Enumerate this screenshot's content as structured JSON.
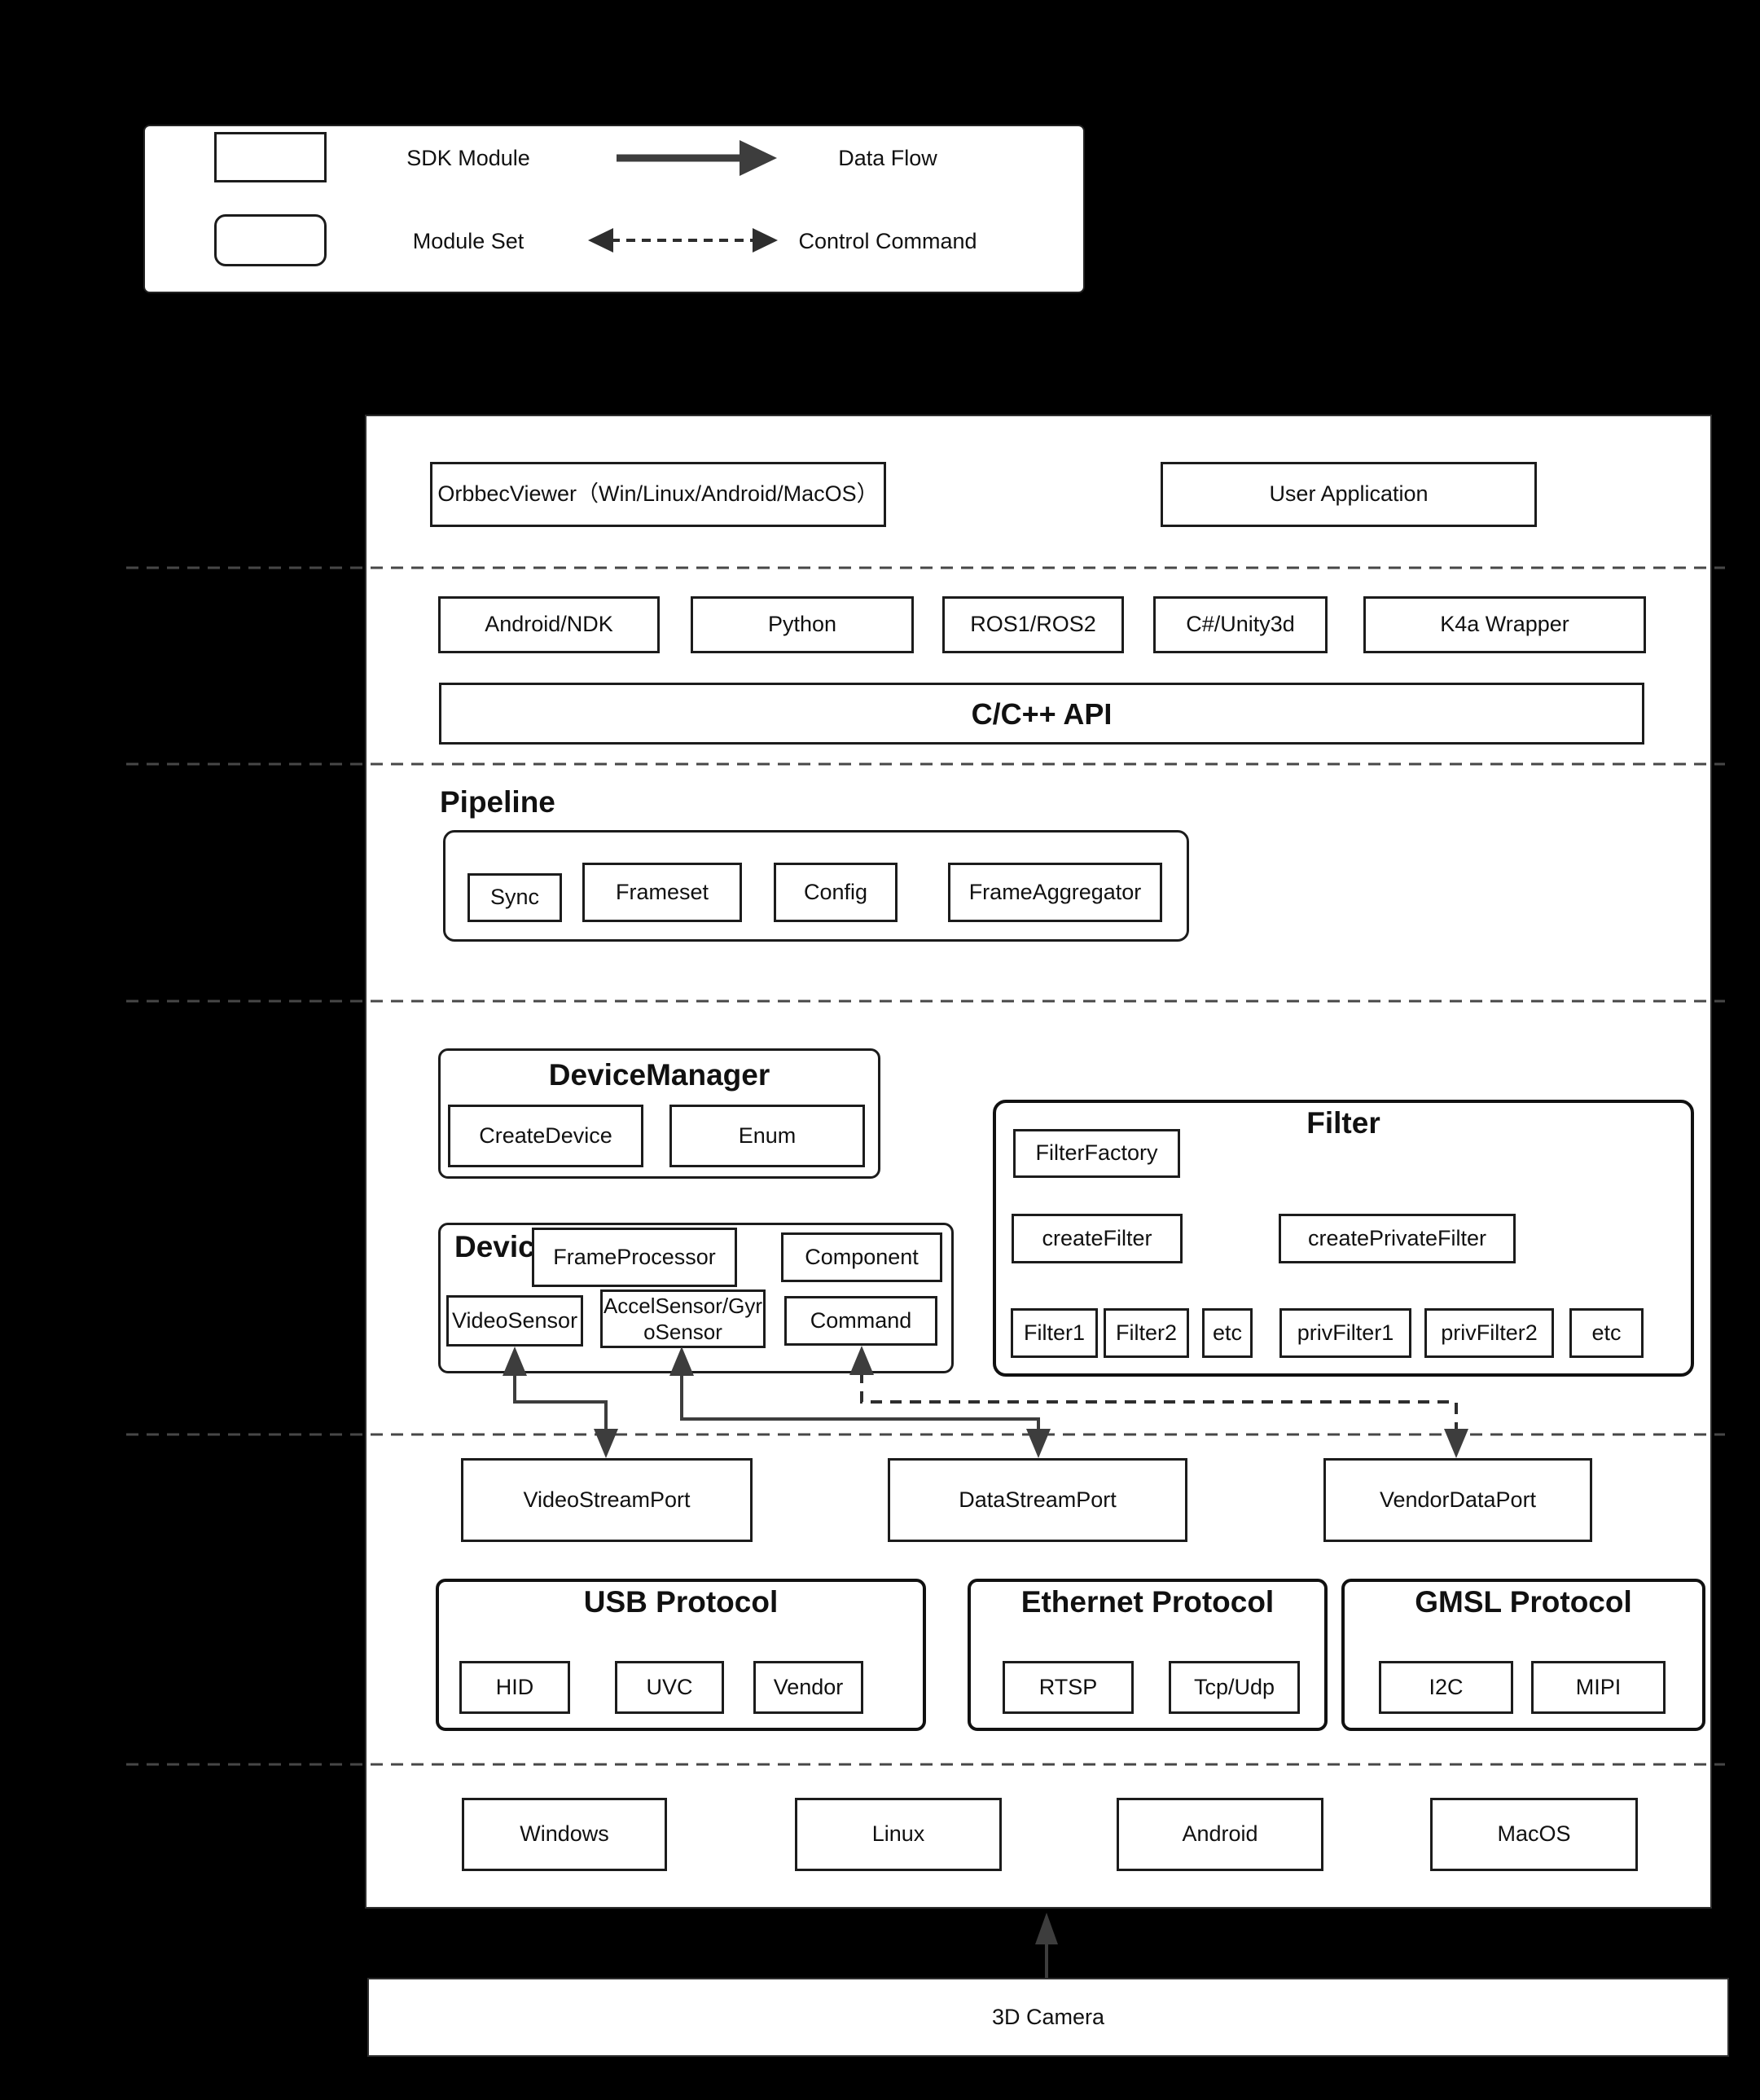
{
  "colors": {
    "background": "#000000",
    "panel": "#ffffff",
    "stroke": "#1c1c1c",
    "dash_line": "#474747",
    "arrow": "#3d3d3d"
  },
  "legend": {
    "sdk_module_label": "SDK Module",
    "module_set_label": "Module Set",
    "data_flow_label": "Data Flow",
    "control_command_label": "Control Command"
  },
  "app_layer": {
    "orbbec_viewer": "OrbbecViewer（Win/Linux/Android/MacOS）",
    "user_application": "User Application"
  },
  "wrapper_layer": {
    "items": [
      "Android/NDK",
      "Python",
      "ROS1/ROS2",
      "C#/Unity3d",
      "K4a Wrapper"
    ],
    "api_label": "C/C++ API"
  },
  "pipeline": {
    "title": "Pipeline",
    "items": [
      "Sync",
      "Frameset",
      "Config",
      "FrameAggregator"
    ]
  },
  "device_manager": {
    "title": "DeviceManager",
    "items": [
      "CreateDevice",
      "Enum"
    ]
  },
  "filter": {
    "title": "Filter",
    "factory": "FilterFactory",
    "create_filter": "createFilter",
    "create_private_filter": "createPrivateFilter",
    "filters": [
      "Filter1",
      "Filter2",
      "etc"
    ],
    "priv_filters": [
      "privFilter1",
      "privFilter2",
      "etc"
    ]
  },
  "device": {
    "title": "Device",
    "frame_processor": "FrameProcessor",
    "component": "Component",
    "video_sensor": "VideoSensor",
    "accel_gyro_sensor": "AccelSensor/GyroSensor",
    "command": "Command"
  },
  "ports": {
    "items": [
      "VideoStreamPort",
      "DataStreamPort",
      "VendorDataPort"
    ]
  },
  "protocols": {
    "usb": {
      "title": "USB Protocol",
      "items": [
        "HID",
        "UVC",
        "Vendor"
      ]
    },
    "ethernet": {
      "title": "Ethernet Protocol",
      "items": [
        "RTSP",
        "Tcp/Udp"
      ]
    },
    "gmsl": {
      "title": "GMSL Protocol",
      "items": [
        "I2C",
        "MIPI"
      ]
    }
  },
  "os_layer": {
    "items": [
      "Windows",
      "Linux",
      "Android",
      "MacOS"
    ]
  },
  "camera": {
    "label": "3D Camera"
  }
}
